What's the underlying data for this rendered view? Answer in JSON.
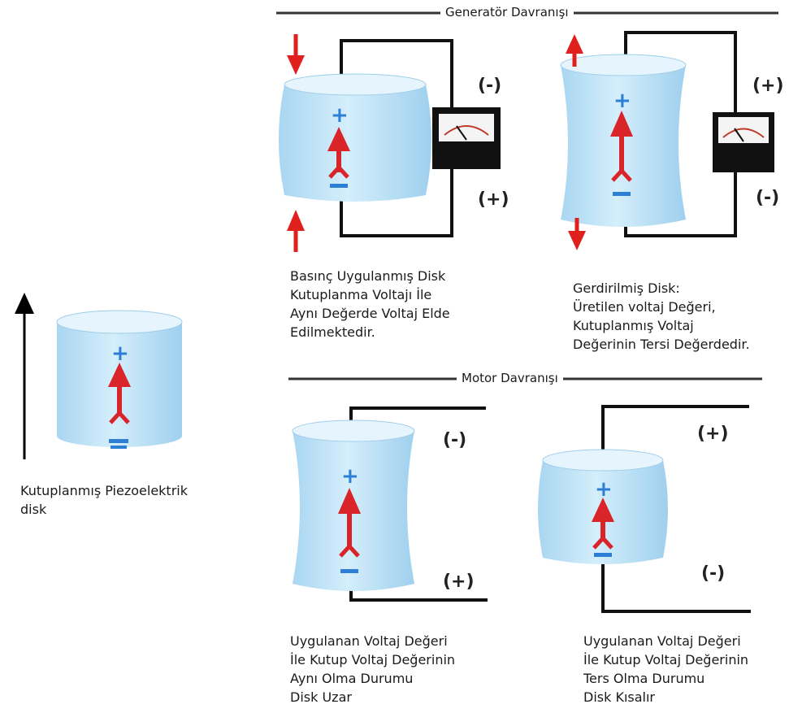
{
  "sections": {
    "generator_title": "Generatör Davranışı",
    "motor_title": "Motor Davranışı"
  },
  "polarized_disk": {
    "caption_line1": "Kutuplanmış Piezoelektrik",
    "caption_line2": "disk"
  },
  "generator": {
    "compressed": {
      "top_terminal": "(-)",
      "bottom_terminal": "(+)",
      "plus_sign": "+",
      "caption": [
        "Basınç Uygulanmış Disk",
        "Kutuplanma Voltajı İle",
        "Aynı Değerde Voltaj Elde",
        "Edilmektedir."
      ]
    },
    "stretched": {
      "top_terminal": "(+)",
      "bottom_terminal": "(-)",
      "plus_sign": "+",
      "caption": [
        "Gerdirilmiş Disk:",
        "Üretilen voltaj Değeri,",
        "Kutuplanmış Voltaj",
        "Değerinin Tersi Değerdedir."
      ]
    }
  },
  "motor": {
    "same": {
      "top_terminal": "(-)",
      "bottom_terminal": "(+)",
      "plus_sign": "+",
      "caption": [
        "Uygulanan Voltaj Değeri",
        "İle Kutup Voltaj Değerinin",
        "Aynı Olma Durumu",
        "Disk Uzar"
      ]
    },
    "reverse": {
      "top_terminal": "(+)",
      "bottom_terminal": "(-)",
      "plus_sign": "+",
      "caption": [
        "Uygulanan Voltaj Değeri",
        "İle Kutup Voltaj Değerinin",
        "Ters Olma Durumu",
        "Disk Kısalır"
      ]
    }
  },
  "colors": {
    "disk_fill": "#bfe2f7",
    "force_arrow": "#e0201c",
    "polarization_arrow": "#d9242a",
    "sign_blue": "#2d7fd6",
    "wire": "#111111"
  }
}
